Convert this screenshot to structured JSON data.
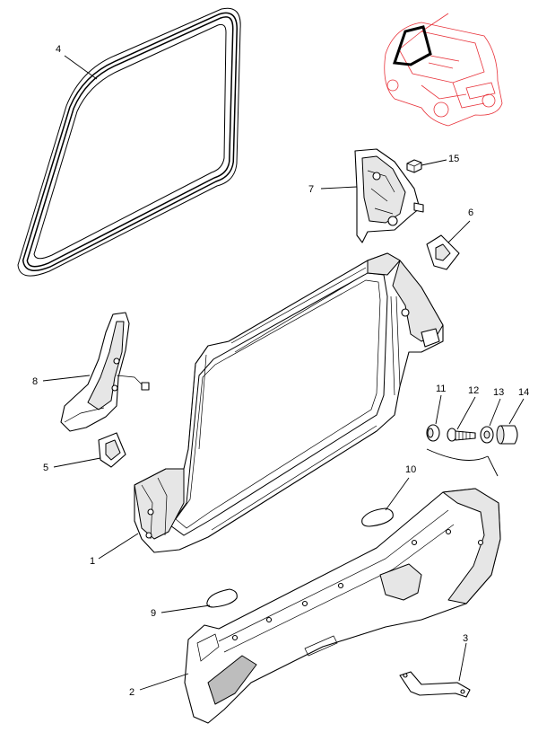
{
  "diagram": {
    "callouts": [
      {
        "id": "1",
        "label": "1"
      },
      {
        "id": "2",
        "label": "2"
      },
      {
        "id": "3",
        "label": "3"
      },
      {
        "id": "4",
        "label": "4"
      },
      {
        "id": "5",
        "label": "5"
      },
      {
        "id": "6",
        "label": "6"
      },
      {
        "id": "7",
        "label": "7"
      },
      {
        "id": "8",
        "label": "8"
      },
      {
        "id": "9",
        "label": "9"
      },
      {
        "id": "10",
        "label": "10"
      },
      {
        "id": "11",
        "label": "11"
      },
      {
        "id": "12",
        "label": "12"
      },
      {
        "id": "13",
        "label": "13"
      },
      {
        "id": "14",
        "label": "14"
      },
      {
        "id": "15",
        "label": "15"
      }
    ],
    "colors": {
      "line": "#000000",
      "locator_highlight": "#e8323a",
      "background": "#ffffff"
    }
  }
}
